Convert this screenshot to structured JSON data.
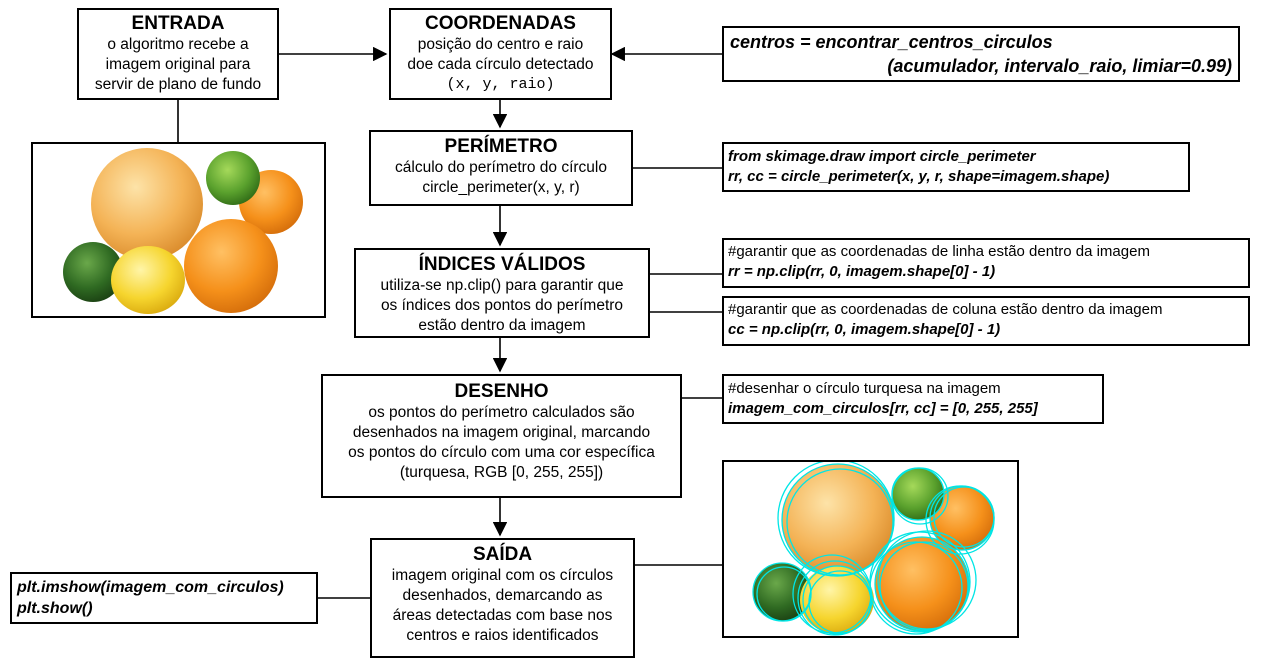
{
  "entrada": {
    "title": "ENTRADA",
    "lines": [
      "o algoritmo recebe a",
      "imagem original para",
      "servir de plano de fundo"
    ]
  },
  "coordenadas": {
    "title": "COORDENADAS",
    "lines": [
      "posição do centro e raio",
      "doe cada círculo detectado"
    ],
    "mono": "(x, y, raio)"
  },
  "perimetro": {
    "title": "PERÍMETRO",
    "lines": [
      "cálculo do perímetro do círculo",
      "circle_perimeter(x, y, r)"
    ]
  },
  "indices": {
    "title": "ÍNDICES VÁLIDOS",
    "lines": [
      "utiliza-se np.clip() para garantir que",
      "os índices dos pontos do perímetro",
      "estão dentro da imagem"
    ]
  },
  "desenho": {
    "title": "DESENHO",
    "lines": [
      "os pontos do perímetro calculados são",
      "desenhados na imagem original, marcando",
      "os pontos do círculo com uma cor específica",
      "(turquesa, RGB [0, 255, 255])"
    ]
  },
  "saida": {
    "title": "SAÍDA",
    "lines": [
      "imagem original com os círculos",
      "desenhados, demarcando as",
      "áreas detectadas com base nos",
      "centros e raios identificados"
    ]
  },
  "code_centros": {
    "line1": "centros = encontrar_centros_circulos",
    "line2": "(acumulador, intervalo_raio, limiar=0.99)"
  },
  "code_perimeter": {
    "line1": "from skimage.draw import circle_perimeter",
    "line2": "rr, cc = circle_perimeter(x, y, r, shape=imagem.shape)"
  },
  "code_clip_rr": {
    "comment": "#garantir que as coordenadas de linha estão dentro da imagem",
    "code": "rr = np.clip(rr, 0, imagem.shape[0] - 1)"
  },
  "code_clip_cc": {
    "comment": "#garantir que as coordenadas de coluna estão dentro da imagem",
    "code": "cc = np.clip(rr, 0, imagem.shape[0] - 1)"
  },
  "code_draw": {
    "comment": "#desenhar o círculo turquesa na imagem",
    "code": "imagem_com_circulos[rr, cc] = [0, 255, 255]"
  },
  "code_show": {
    "line1": "plt.imshow(imagem_com_circulos)",
    "line2": "plt.show()"
  },
  "colors": {
    "turquoise": "#00e5e5",
    "orange": "#f39a1e",
    "grapefruit": "#f2b04a",
    "lemon": "#f5d93a",
    "lime_green": "#3f8a2a"
  }
}
